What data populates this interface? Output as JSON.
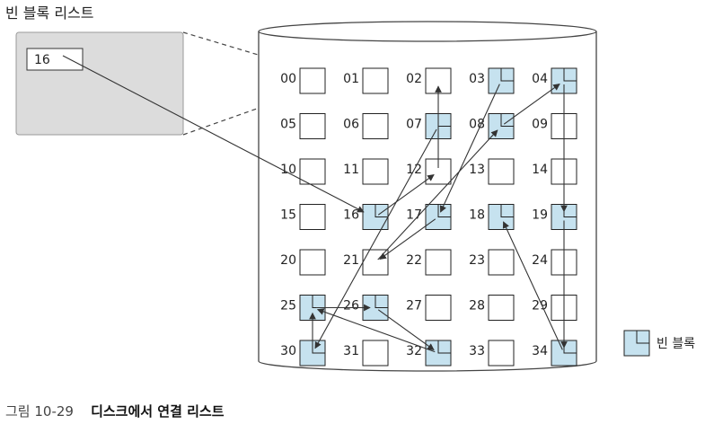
{
  "title": "빈 블록 리스트",
  "free_list_head": "16",
  "blocks": [
    {
      "label": "00",
      "free": false
    },
    {
      "label": "01",
      "free": false
    },
    {
      "label": "02",
      "free": false
    },
    {
      "label": "03",
      "free": true
    },
    {
      "label": "04",
      "free": true
    },
    {
      "label": "05",
      "free": false
    },
    {
      "label": "06",
      "free": false
    },
    {
      "label": "07",
      "free": true
    },
    {
      "label": "08",
      "free": true
    },
    {
      "label": "09",
      "free": false
    },
    {
      "label": "10",
      "free": false
    },
    {
      "label": "11",
      "free": false
    },
    {
      "label": "12",
      "free": false
    },
    {
      "label": "13",
      "free": false
    },
    {
      "label": "14",
      "free": false
    },
    {
      "label": "15",
      "free": false
    },
    {
      "label": "16",
      "free": true
    },
    {
      "label": "17",
      "free": true
    },
    {
      "label": "18",
      "free": true
    },
    {
      "label": "19",
      "free": true
    },
    {
      "label": "20",
      "free": false
    },
    {
      "label": "21",
      "free": false
    },
    {
      "label": "22",
      "free": false
    },
    {
      "label": "23",
      "free": false
    },
    {
      "label": "24",
      "free": false
    },
    {
      "label": "25",
      "free": true
    },
    {
      "label": "26",
      "free": true
    },
    {
      "label": "27",
      "free": false
    },
    {
      "label": "28",
      "free": false
    },
    {
      "label": "29",
      "free": false
    },
    {
      "label": "30",
      "free": true
    },
    {
      "label": "31",
      "free": false
    },
    {
      "label": "32",
      "free": true
    },
    {
      "label": "33",
      "free": false
    },
    {
      "label": "34",
      "free": true
    }
  ],
  "links": [
    [
      "16",
      "12"
    ],
    [
      "12",
      "02"
    ],
    [
      "03",
      "17"
    ],
    [
      "17",
      "21"
    ],
    [
      "21",
      "08"
    ],
    [
      "08",
      "04"
    ],
    [
      "04",
      "19"
    ],
    [
      "19",
      "34"
    ],
    [
      "34",
      "18"
    ],
    [
      "07",
      "30"
    ],
    [
      "30",
      "25"
    ],
    [
      "25",
      "26"
    ],
    [
      "26",
      "32"
    ],
    [
      "32",
      "25"
    ]
  ],
  "legend": {
    "label": "빈 블록"
  },
  "caption": {
    "number": "그림 10-29",
    "text": "디스크에서 연결 리스트"
  },
  "colors": {
    "free_fill": "#c6e2ef",
    "block_stroke": "#222222",
    "panel_fill": "#dcdcdc",
    "line": "#333333"
  }
}
